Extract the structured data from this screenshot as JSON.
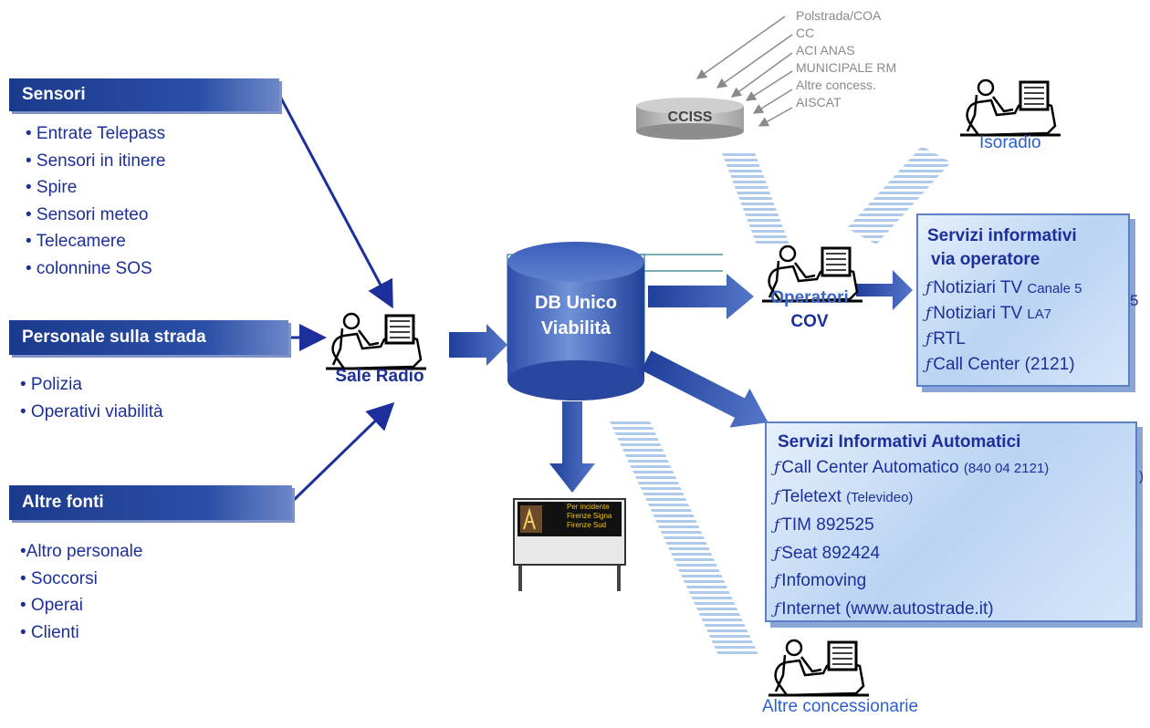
{
  "sources": {
    "sensori": {
      "header": "Sensori",
      "items": [
        "• Entrate Telepass",
        "• Sensori in itinere",
        "• Spire",
        "• Sensori meteo",
        "• Telecamere",
        "• colonnine SOS"
      ]
    },
    "personale": {
      "header": "Personale sulla strada",
      "items": [
        "• Polizia",
        "• Operativi viabilità"
      ]
    },
    "altre": {
      "header": "Altre fonti",
      "items": [
        "•Altro personale",
        "• Soccorsi",
        "• Operai",
        "• Clienti"
      ]
    }
  },
  "sale_radio": "Sale Radio",
  "db": {
    "line1": "DB Unico",
    "line2": "Viabilità"
  },
  "operatori": {
    "line1": "Operatori",
    "line2": "COV"
  },
  "cciss": {
    "label": "CCISS",
    "feeds": [
      "Polstrada/COA",
      "CC",
      "ACI ANAS",
      "MUNICIPALE RM",
      "Altre concess.",
      "AISCAT"
    ]
  },
  "isoradio": "Isoradio",
  "altre_concessionarie": "Altre concessionarie",
  "vms": {
    "lines": [
      "Per incidente",
      "Firenze Signa",
      "Firenze Sud"
    ]
  },
  "via_operatore": {
    "title1": "Servizi informativi",
    "title2": "via operatore",
    "bullet": "ƒ",
    "items": [
      {
        "main": "Notiziari TV ",
        "small": "Canale 5"
      },
      {
        "main": "Notiziari TV ",
        "small": "LA7"
      },
      {
        "main": "RTL",
        "small": ""
      },
      {
        "main": "Call Center (2121)",
        "small": ""
      }
    ],
    "overflow": "5"
  },
  "automatici": {
    "title": "Servizi Informativi Automatici",
    "bullet": "ƒ",
    "items": [
      {
        "main": "Call Center Automatico ",
        "small": "(840 04 2121)"
      },
      {
        "main": "Teletext ",
        "small": "(Televideo)"
      },
      {
        "main": "TIM 892525",
        "small": ""
      },
      {
        "main": "Seat 892424",
        "small": ""
      },
      {
        "main": "Infomoving",
        "small": ""
      },
      {
        "main": "Internet (www.autostrade.it)",
        "small": ""
      }
    ],
    "overflow": ")"
  },
  "colors": {
    "dark_blue": "#1b3a8c",
    "text_blue": "#1c2f9a",
    "link_blue": "#2a5fd6",
    "box_fill": "#cfe1f7"
  }
}
